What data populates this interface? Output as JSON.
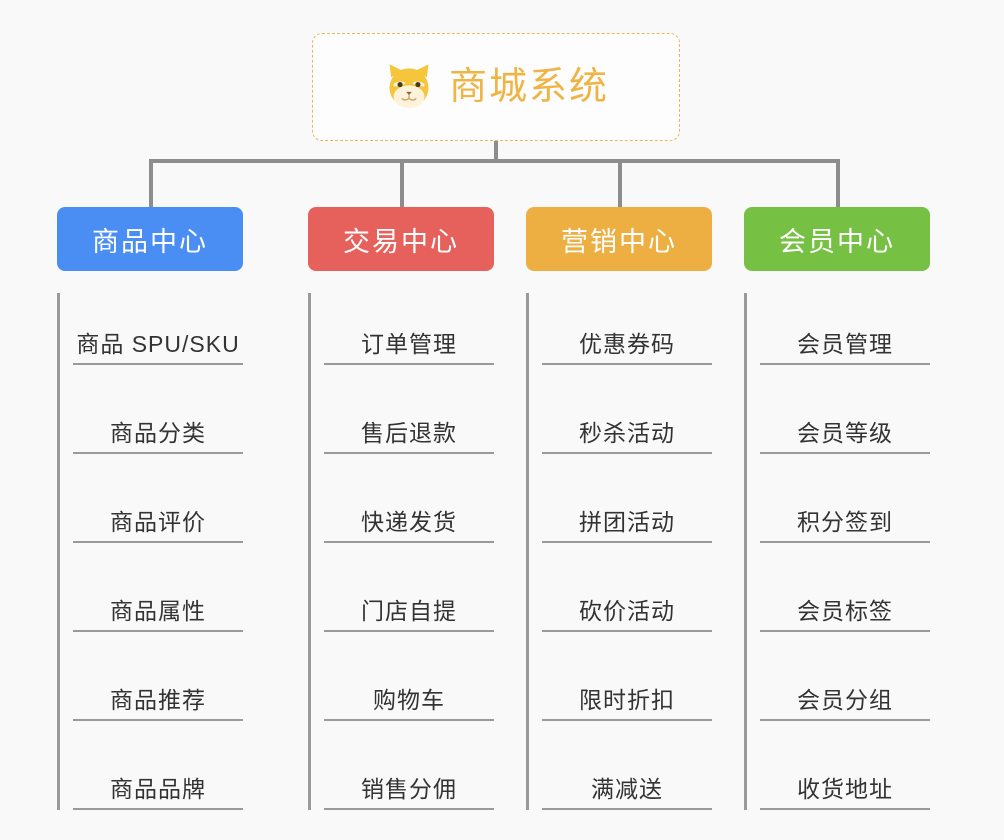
{
  "diagram": {
    "type": "org-chart-mindmap",
    "background_color": "#f9f9f9",
    "connector_color": "#8d8d8d",
    "root": {
      "title": "商城系统",
      "icon": "shiba-dog-icon",
      "text_color": "#f0b445",
      "border_color": "#e8b860",
      "background_color": "#fdfdfd"
    },
    "branches": [
      {
        "label": "商品中心",
        "color": "#4a8ef4",
        "items": [
          "商品 SPU/SKU",
          "商品分类",
          "商品评价",
          "商品属性",
          "商品推荐",
          "商品品牌"
        ]
      },
      {
        "label": "交易中心",
        "color": "#e6605c",
        "items": [
          "订单管理",
          "售后退款",
          "快递发货",
          "门店自提",
          "购物车",
          "销售分佣"
        ]
      },
      {
        "label": "营销中心",
        "color": "#eeaf42",
        "items": [
          "优惠券码",
          "秒杀活动",
          "拼团活动",
          "砍价活动",
          "限时折扣",
          "满减送"
        ]
      },
      {
        "label": "会员中心",
        "color": "#76c044",
        "items": [
          "会员管理",
          "会员等级",
          "积分签到",
          "会员标签",
          "会员分组",
          "收货地址"
        ]
      }
    ]
  }
}
